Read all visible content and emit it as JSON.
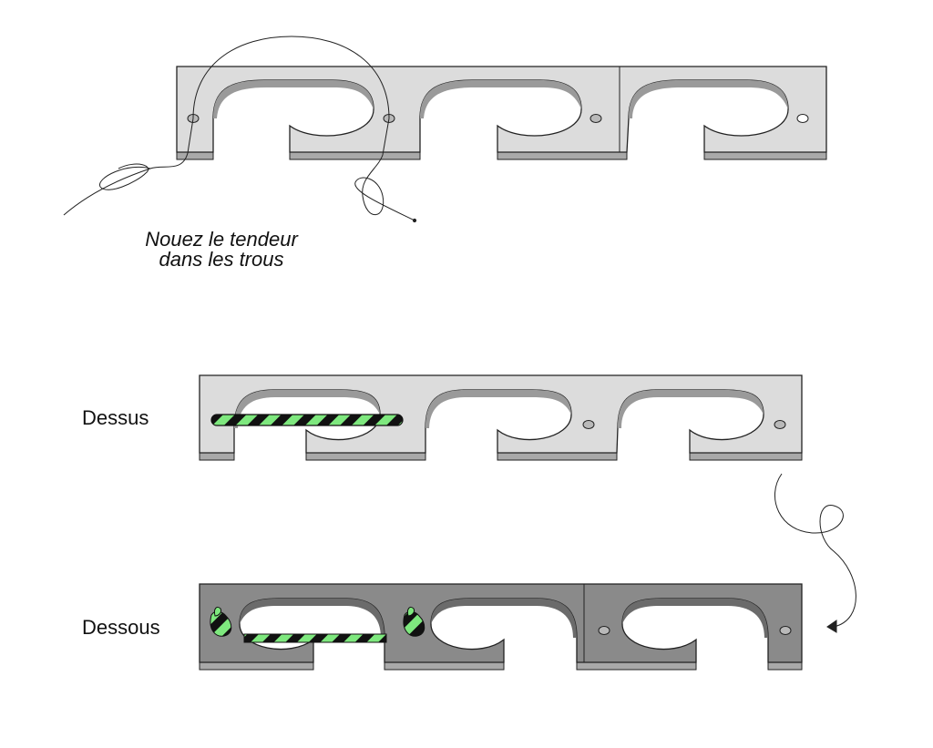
{
  "instruction": {
    "line1": "Nouez le tendeur",
    "line2": "dans les trous"
  },
  "views": {
    "top_label": "Dessus",
    "bottom_label": "Dessous"
  },
  "colors": {
    "panel_light": "#dcdcdc",
    "panel_dark": "#8a8a8a",
    "edge_light": "#a9a9a9",
    "edge_dark": "#6b6b6b",
    "cord_green": "#7ee87e",
    "cord_black": "#111111",
    "outline": "#222222"
  }
}
